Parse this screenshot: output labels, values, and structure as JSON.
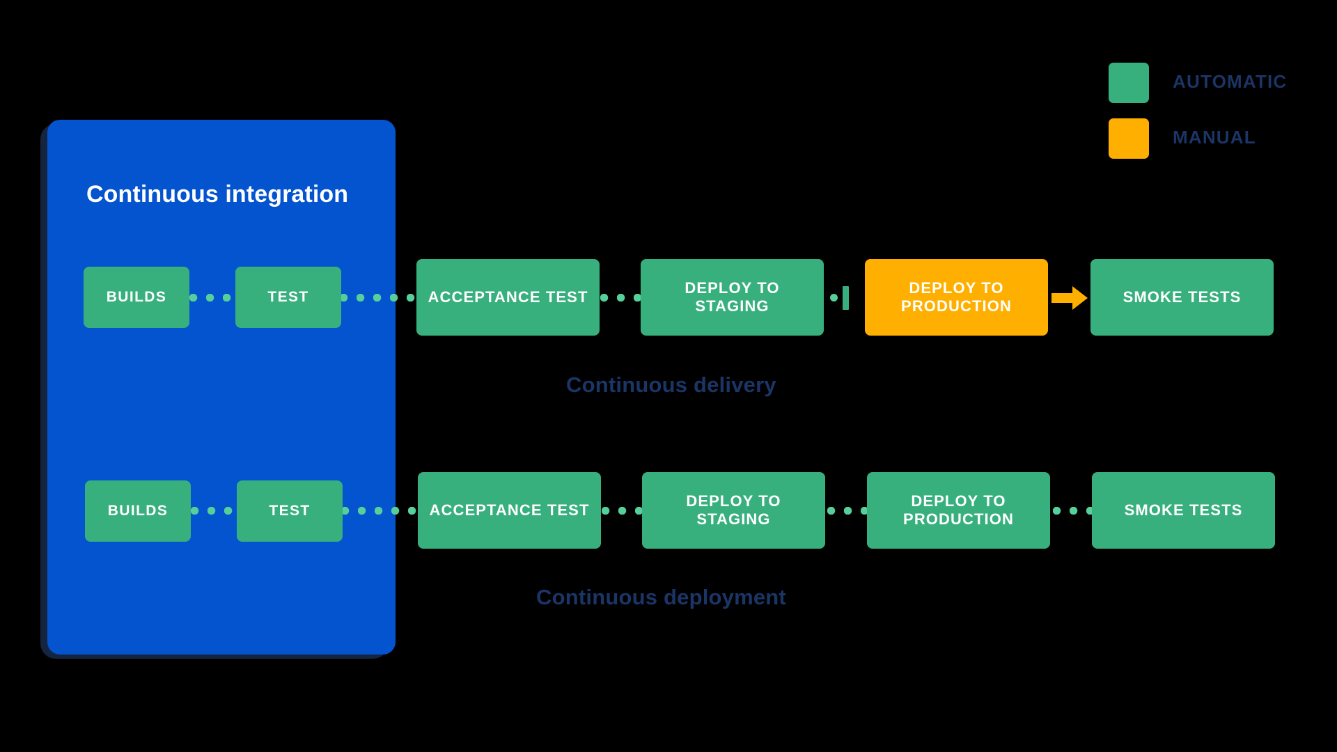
{
  "diagram": {
    "title": "Continuous integration",
    "background_color": "#000000",
    "colors": {
      "automatic": "#38b07e",
      "manual": "#ffaf00",
      "ci_panel": "#0354ce",
      "caption": "#1b3566",
      "dot": "#57cf9b"
    }
  },
  "ci_panel": {
    "title": "Continuous integration"
  },
  "legend": {
    "items": [
      {
        "label": "AUTOMATIC",
        "color": "#38b07e",
        "swatch": "green-swatch-icon"
      },
      {
        "label": "MANUAL",
        "color": "#ffaf00",
        "swatch": "orange-swatch-icon"
      }
    ]
  },
  "pipelines": [
    {
      "caption": "Continuous delivery",
      "stages": [
        {
          "label": "BUILDS",
          "type": "automatic",
          "inside_ci": true
        },
        {
          "label": "TEST",
          "type": "automatic",
          "inside_ci": true
        },
        {
          "label": "ACCEPTANCE TEST",
          "type": "automatic",
          "inside_ci": false
        },
        {
          "label": "DEPLOY TO STAGING",
          "type": "automatic",
          "inside_ci": false
        },
        {
          "label": "DEPLOY TO PRODUCTION",
          "type": "manual",
          "inside_ci": false
        },
        {
          "label": "SMOKE TESTS",
          "type": "automatic",
          "inside_ci": false
        }
      ],
      "connectors": [
        "dotted",
        "dotted",
        "dotted",
        "gate",
        "arrow"
      ]
    },
    {
      "caption": "Continuous deployment",
      "stages": [
        {
          "label": "BUILDS",
          "type": "automatic",
          "inside_ci": true
        },
        {
          "label": "TEST",
          "type": "automatic",
          "inside_ci": true
        },
        {
          "label": "ACCEPTANCE TEST",
          "type": "automatic",
          "inside_ci": false
        },
        {
          "label": "DEPLOY TO STAGING",
          "type": "automatic",
          "inside_ci": false
        },
        {
          "label": "DEPLOY TO PRODUCTION",
          "type": "automatic",
          "inside_ci": false
        },
        {
          "label": "SMOKE TESTS",
          "type": "automatic",
          "inside_ci": false
        }
      ],
      "connectors": [
        "dotted",
        "dotted",
        "dotted",
        "dotted",
        "dotted"
      ]
    }
  ]
}
